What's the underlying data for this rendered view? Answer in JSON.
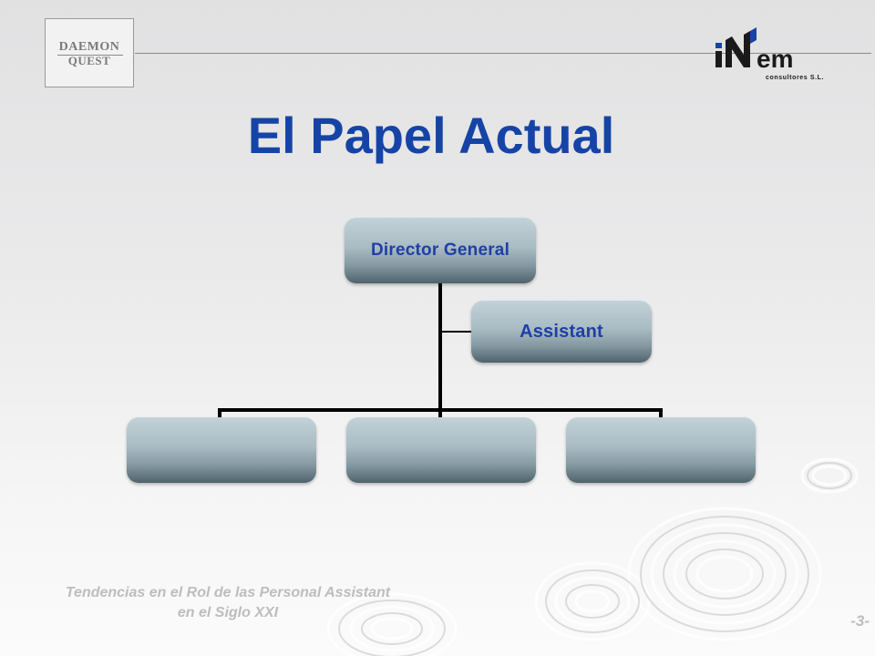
{
  "logos": {
    "daemon_quest": {
      "line1": "DAEMON",
      "line2": "QUEST"
    },
    "inem": {
      "brand_prefix": "i",
      "brand_suffix": "em",
      "subtitle": "consultores S.L."
    }
  },
  "title": "El Papel Actual",
  "org_chart": {
    "root": {
      "label": "Director General"
    },
    "assistant": {
      "label": "Assistant"
    },
    "children": [
      {
        "label": ""
      },
      {
        "label": ""
      },
      {
        "label": ""
      }
    ]
  },
  "footer": {
    "line1": "Tendencias en el Rol de las Personal Assistant",
    "line2": "en el Siglo XXI",
    "page_number": "-3-"
  },
  "colors": {
    "title": "#1644a6",
    "node_text": "#1e3fa8",
    "connector": "#000000",
    "footer_text": "#bdbdbd"
  }
}
